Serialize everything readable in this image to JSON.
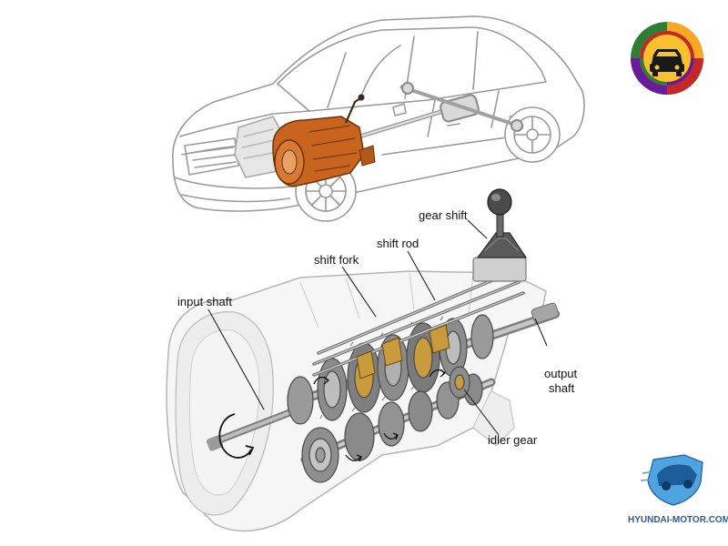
{
  "labels": {
    "gear_shift": "gear shift",
    "shift_rod": "shift rod",
    "shift_fork": "shift fork",
    "input_shaft": "input shaft",
    "output_shaft_1": "output",
    "output_shaft_2": "shaft",
    "idler_gear": "idler gear"
  },
  "watermark": {
    "text": "HYUNDAI-MOTOR.COM.VN"
  },
  "badge": {
    "icon": "car-service-icon",
    "colors": [
      "#2e7d32",
      "#f9a825",
      "#c62828",
      "#6a1b9a"
    ]
  },
  "colors": {
    "outline": "#9a9a9a",
    "transmission_highlight": "#c8641e",
    "gear": "#8a8a8a",
    "gear_accent": "#c89b3c"
  }
}
